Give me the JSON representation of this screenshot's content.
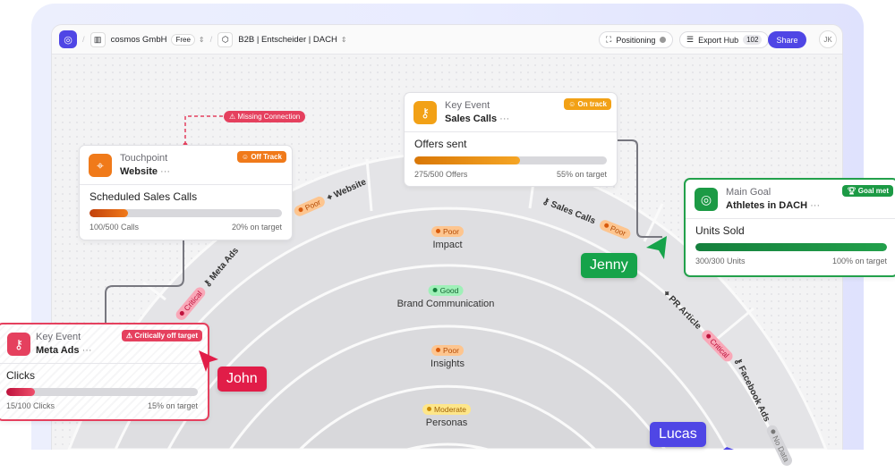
{
  "topbar": {
    "org": "cosmos GmbH",
    "plan": "Free",
    "segment": "B2B | Entscheider | DACH",
    "positioning": "Positioning",
    "export_hub": "Export Hub",
    "export_count": "102",
    "share": "Share",
    "user_initials": "JK"
  },
  "colors": {
    "accent": "#4f46e5",
    "orange": "#f07a1a",
    "amber": "#f2a116",
    "green": "#16a34a",
    "red": "#e5405e"
  },
  "rings": [
    {
      "name": "Impact",
      "status": "Poor"
    },
    {
      "name": "Brand Communication",
      "status": "Good"
    },
    {
      "name": "Insights",
      "status": "Poor"
    },
    {
      "name": "Personas",
      "status": "Moderate"
    }
  ],
  "outer_segments": [
    {
      "name": "Website",
      "status": "Poor",
      "icon": "cursor-click-icon"
    },
    {
      "name": "Meta Ads",
      "status": "Critical",
      "icon": "key-icon"
    },
    {
      "name": "Sales Calls",
      "status": "Poor",
      "icon": "key-icon"
    },
    {
      "name": "PR Article",
      "status": "Critical",
      "icon": "cursor-click-icon"
    },
    {
      "name": "Facebook Ads",
      "status": "No Data",
      "icon": "key-icon"
    }
  ],
  "missing_connection": "Missing Connection",
  "cards": {
    "website": {
      "kind": "Touchpoint",
      "name": "Website",
      "badge": "Off Track",
      "metric": "Scheduled Sales Calls",
      "progress": 0.2,
      "left": "100/500 Calls",
      "right": "20% on target"
    },
    "sales": {
      "kind": "Key Event",
      "name": "Sales Calls",
      "badge": "On track",
      "metric": "Offers sent",
      "progress": 0.55,
      "left": "275/500 Offers",
      "right": "55% on target"
    },
    "goal": {
      "kind": "Main Goal",
      "name": "Athletes in DACH",
      "badge": "Goal met",
      "metric": "Units Sold",
      "progress": 1.0,
      "left": "300/300 Units",
      "right": "100% on target"
    },
    "meta": {
      "kind": "Key Event",
      "name": "Meta Ads",
      "badge": "Critically off target",
      "metric": "Clicks",
      "progress": 0.15,
      "left": "15/100 Clicks",
      "right": "15% on target"
    }
  },
  "cursors": {
    "john": "John",
    "jenny": "Jenny",
    "lucas": "Lucas"
  }
}
